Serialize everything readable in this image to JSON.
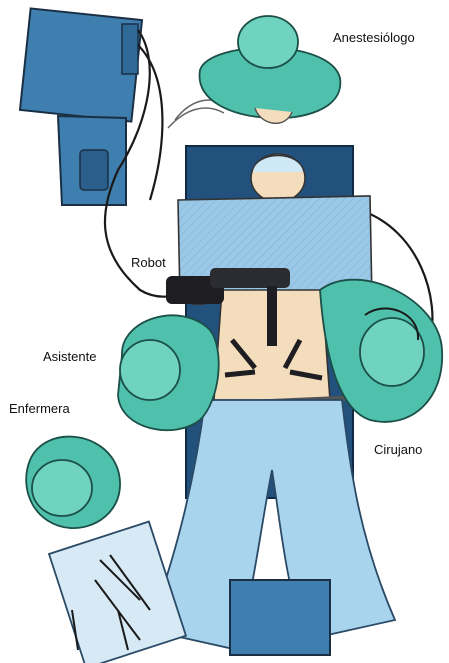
{
  "labels": {
    "anesthesiologist": "Anestesiólogo",
    "robot": "Robot",
    "assistant": "Asistente",
    "nurse": "Enfermera",
    "surgeon": "Cirujano"
  },
  "colors": {
    "console_blue": "#3f7fb0",
    "drape_blue": "#a9d4ee",
    "table_navy": "#23517d",
    "gown_teal": "#4fc0ac",
    "skin": "#f3ddbc",
    "robot_dark": "#1d1d22"
  }
}
